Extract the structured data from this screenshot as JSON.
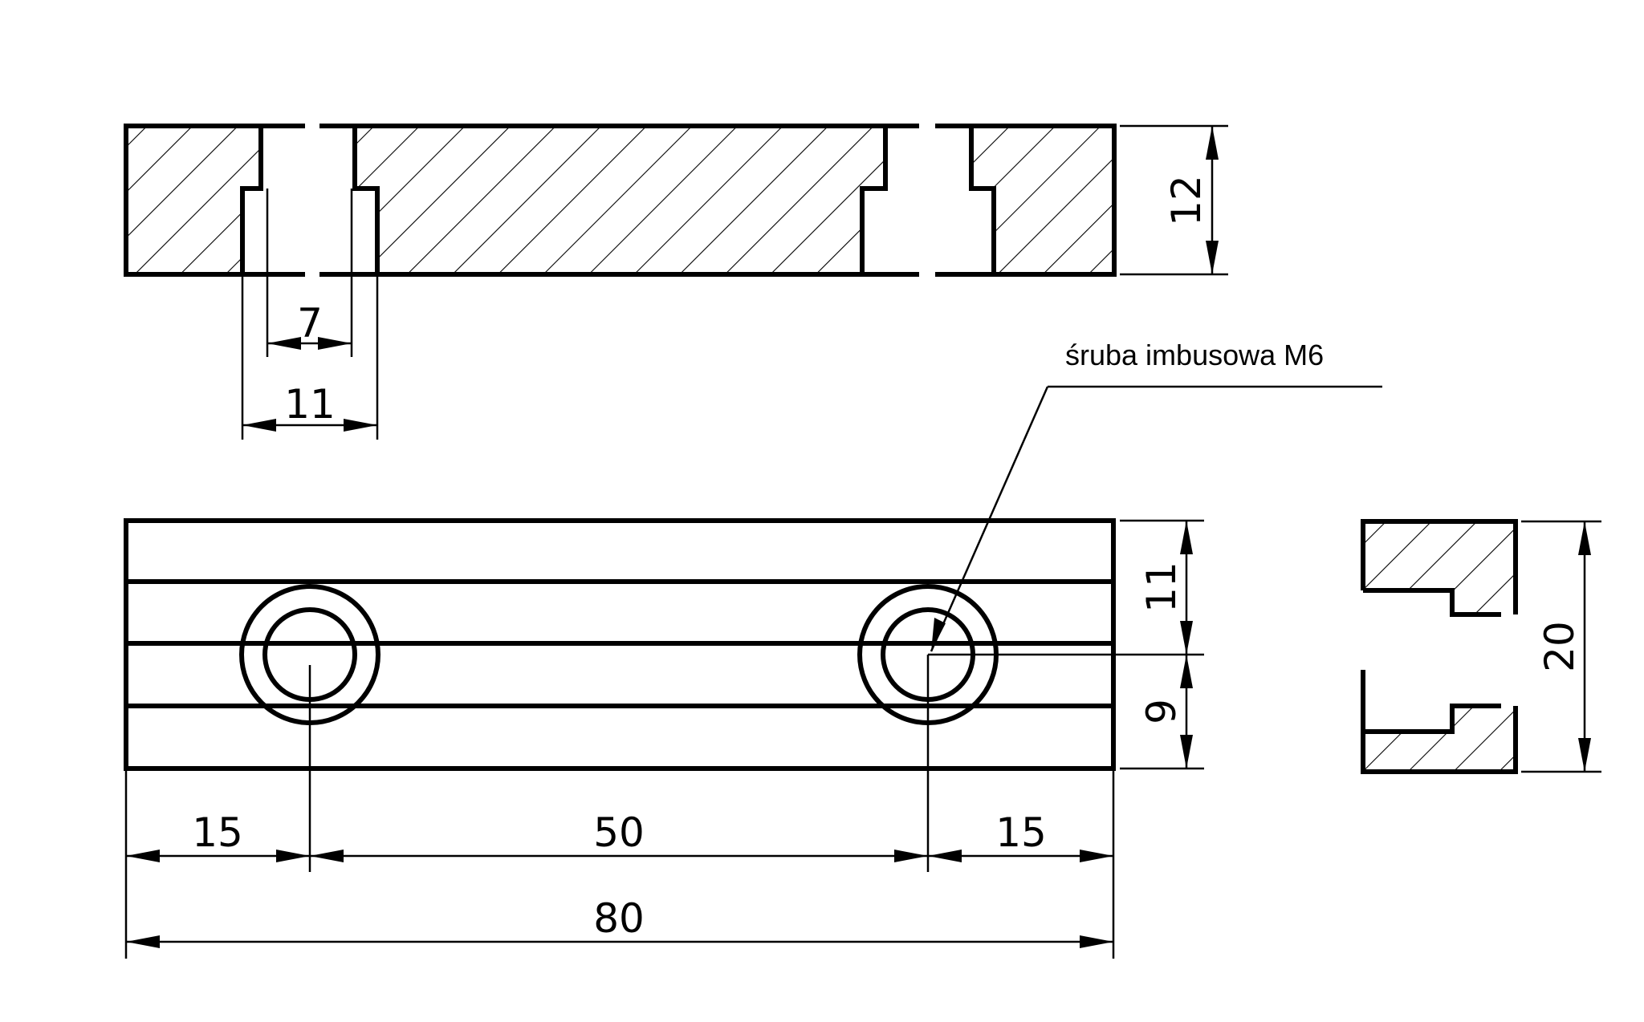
{
  "dimensions": {
    "top_height": "12",
    "slot_inner": "7",
    "slot_outer": "11",
    "front_upper": "11",
    "front_lower": "9",
    "left_offset": "15",
    "hole_spacing": "50",
    "right_offset": "15",
    "overall_length": "80",
    "side_height": "20"
  },
  "callout": {
    "label": "śruba imbusowa M6"
  },
  "colors": {
    "line": "#000000",
    "background": "#ffffff"
  }
}
